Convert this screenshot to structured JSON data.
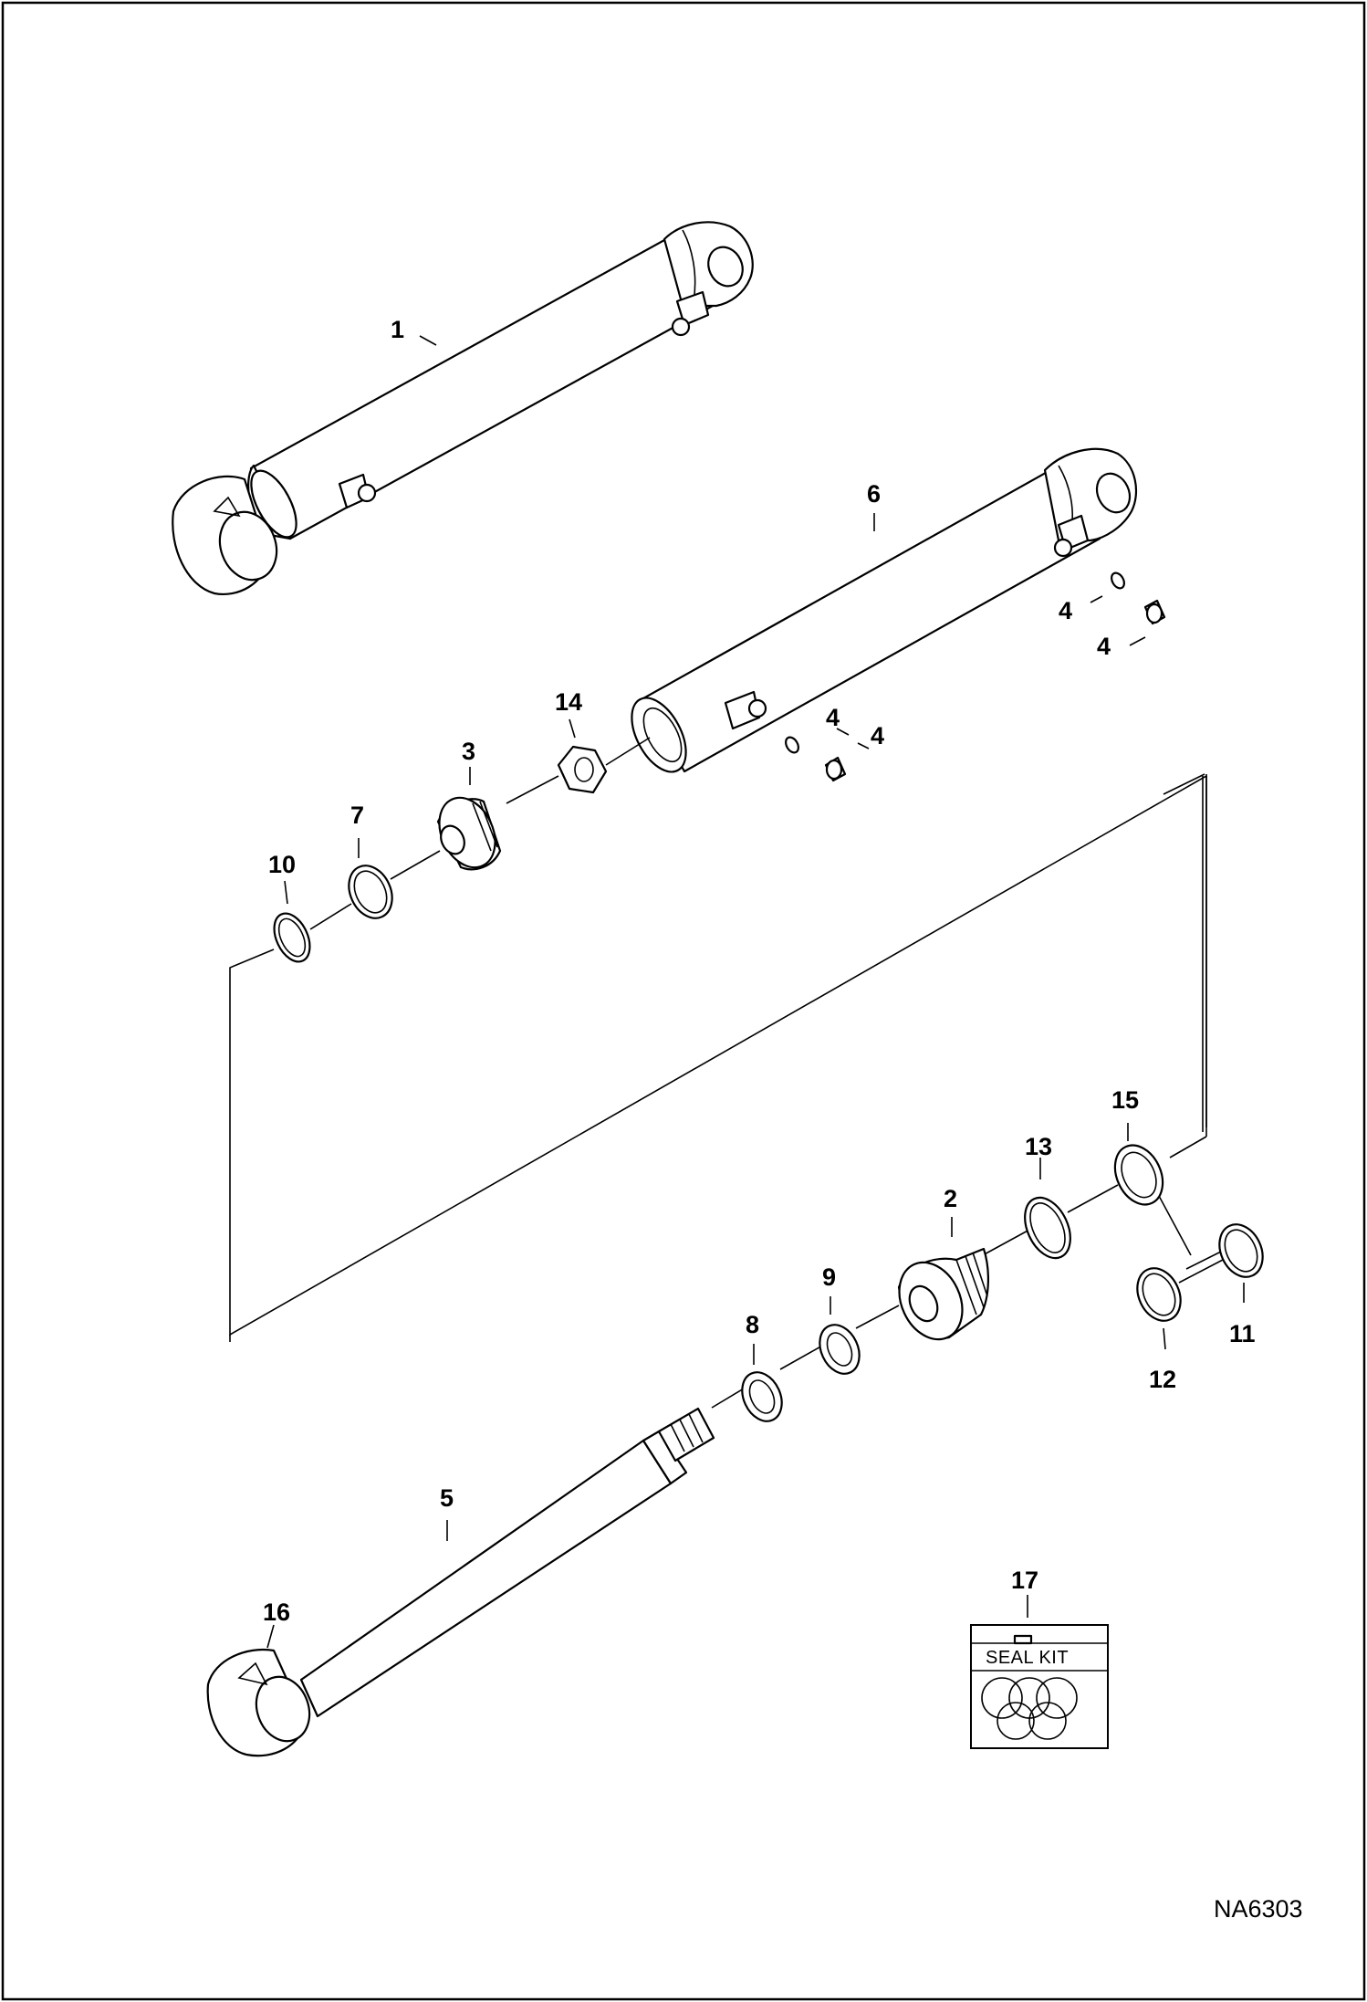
{
  "diagram": {
    "drawing_code": "NA6303",
    "seal_kit_label": "SEAL KIT",
    "callouts": {
      "c1": "1",
      "c2": "2",
      "c3": "3",
      "c4a": "4",
      "c4b": "4",
      "c4c": "4",
      "c4d": "4",
      "c5": "5",
      "c6": "6",
      "c7": "7",
      "c8": "8",
      "c9": "9",
      "c10": "10",
      "c11": "11",
      "c12": "12",
      "c13": "13",
      "c14": "14",
      "c15": "15",
      "c16": "16",
      "c17": "17"
    }
  }
}
